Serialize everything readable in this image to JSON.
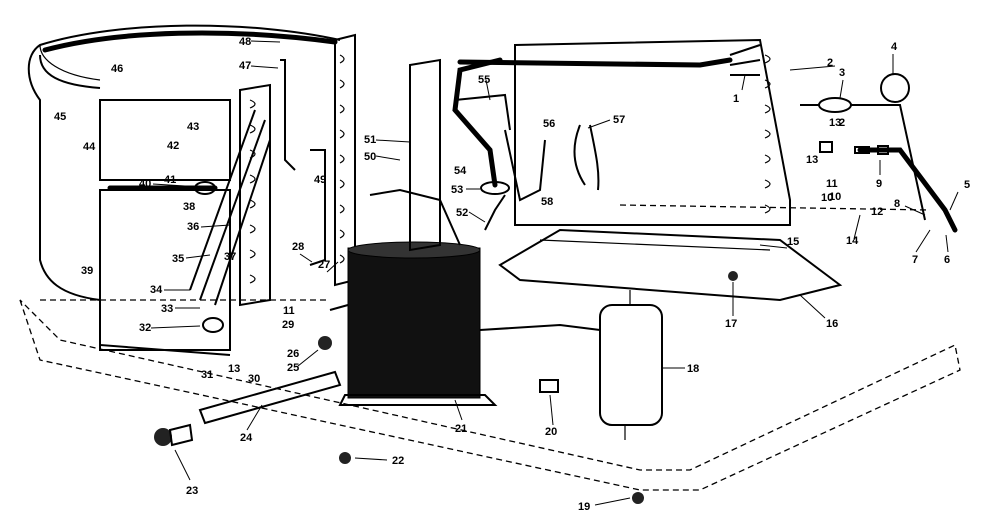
{
  "diagram": {
    "labels": [
      "1",
      "2",
      "3",
      "4",
      "5",
      "6",
      "7",
      "8",
      "9",
      "10",
      "11",
      "12",
      "13",
      "14",
      "15",
      "16",
      "17",
      "18",
      "19",
      "20",
      "21",
      "22",
      "23",
      "24",
      "25",
      "26",
      "27",
      "28",
      "29",
      "30",
      "31",
      "32",
      "33",
      "34",
      "35",
      "36",
      "37",
      "38",
      "39",
      "40",
      "41",
      "42",
      "43",
      "44",
      "45",
      "46",
      "47",
      "48",
      "49",
      "50",
      "51",
      "52",
      "53",
      "54",
      "55",
      "56",
      "57",
      "58"
    ],
    "extra_labels": [
      "11",
      "13",
      "13",
      "10",
      "2"
    ]
  }
}
